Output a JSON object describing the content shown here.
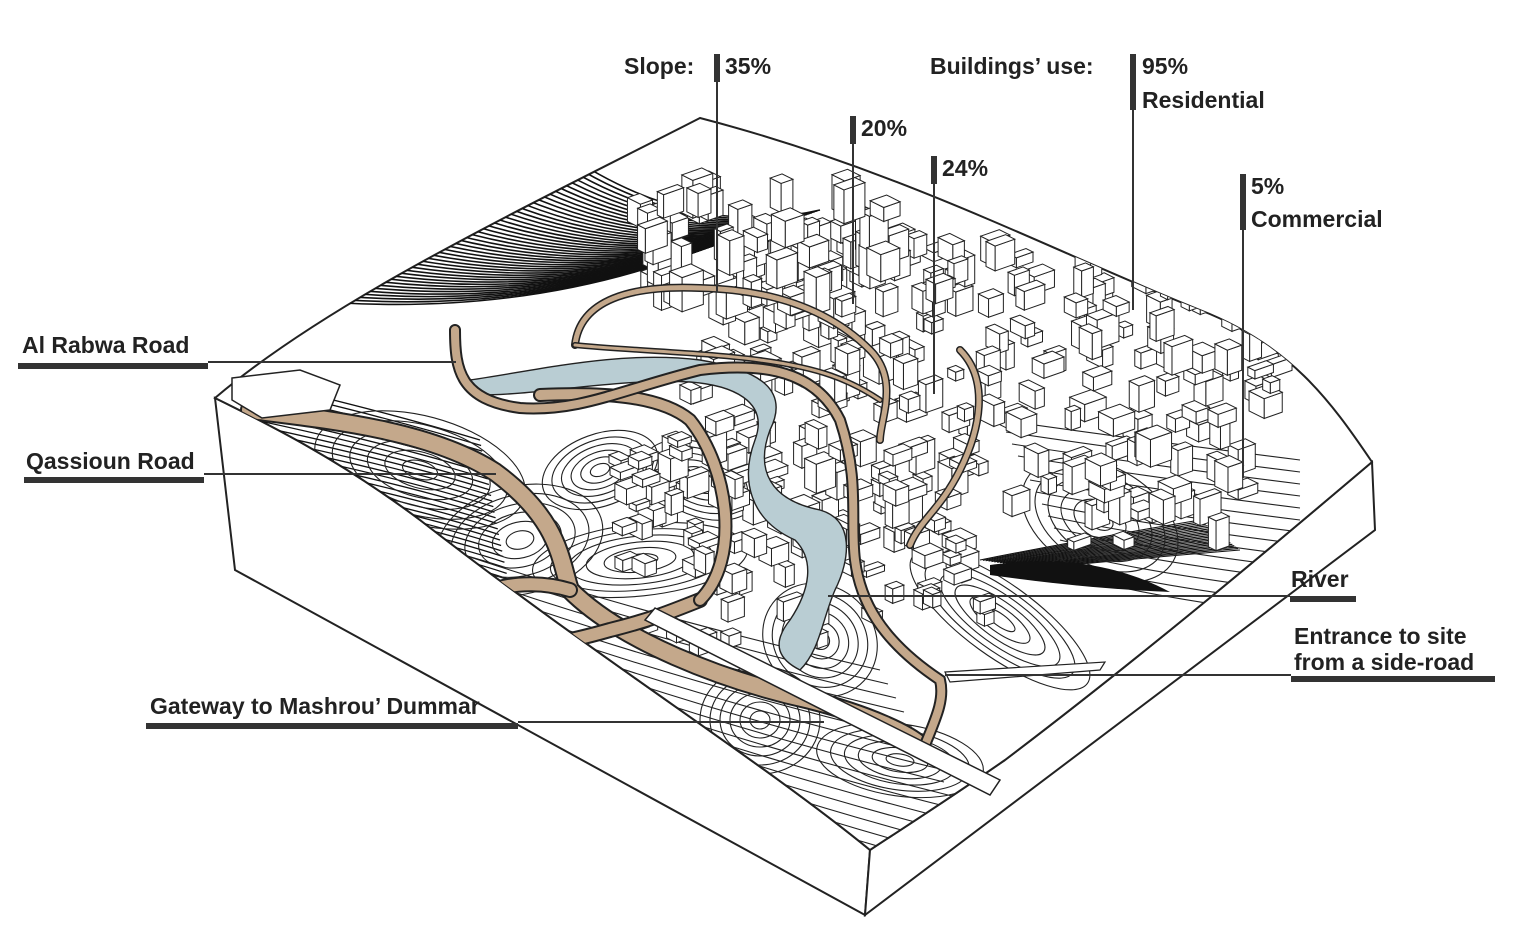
{
  "slope": {
    "label": "Slope:",
    "values": [
      "35%",
      "20%",
      "24%"
    ]
  },
  "buildings_use": {
    "label": "Buildings’ use:",
    "residential": {
      "percent": "95%",
      "name": "Residential"
    },
    "commercial": {
      "percent": "5%",
      "name": "Commercial"
    }
  },
  "callouts": {
    "al_rabwa_road": "Al Rabwa Road",
    "qassioun_road": "Qassioun Road",
    "gateway": "Gateway to Mashrou’ Dummar",
    "river": "River",
    "entrance_line1": "Entrance to site",
    "entrance_line2": "from a side-road"
  },
  "colors": {
    "road": "#c4a88b",
    "river": "#b9cdd3",
    "ink": "#222222"
  }
}
